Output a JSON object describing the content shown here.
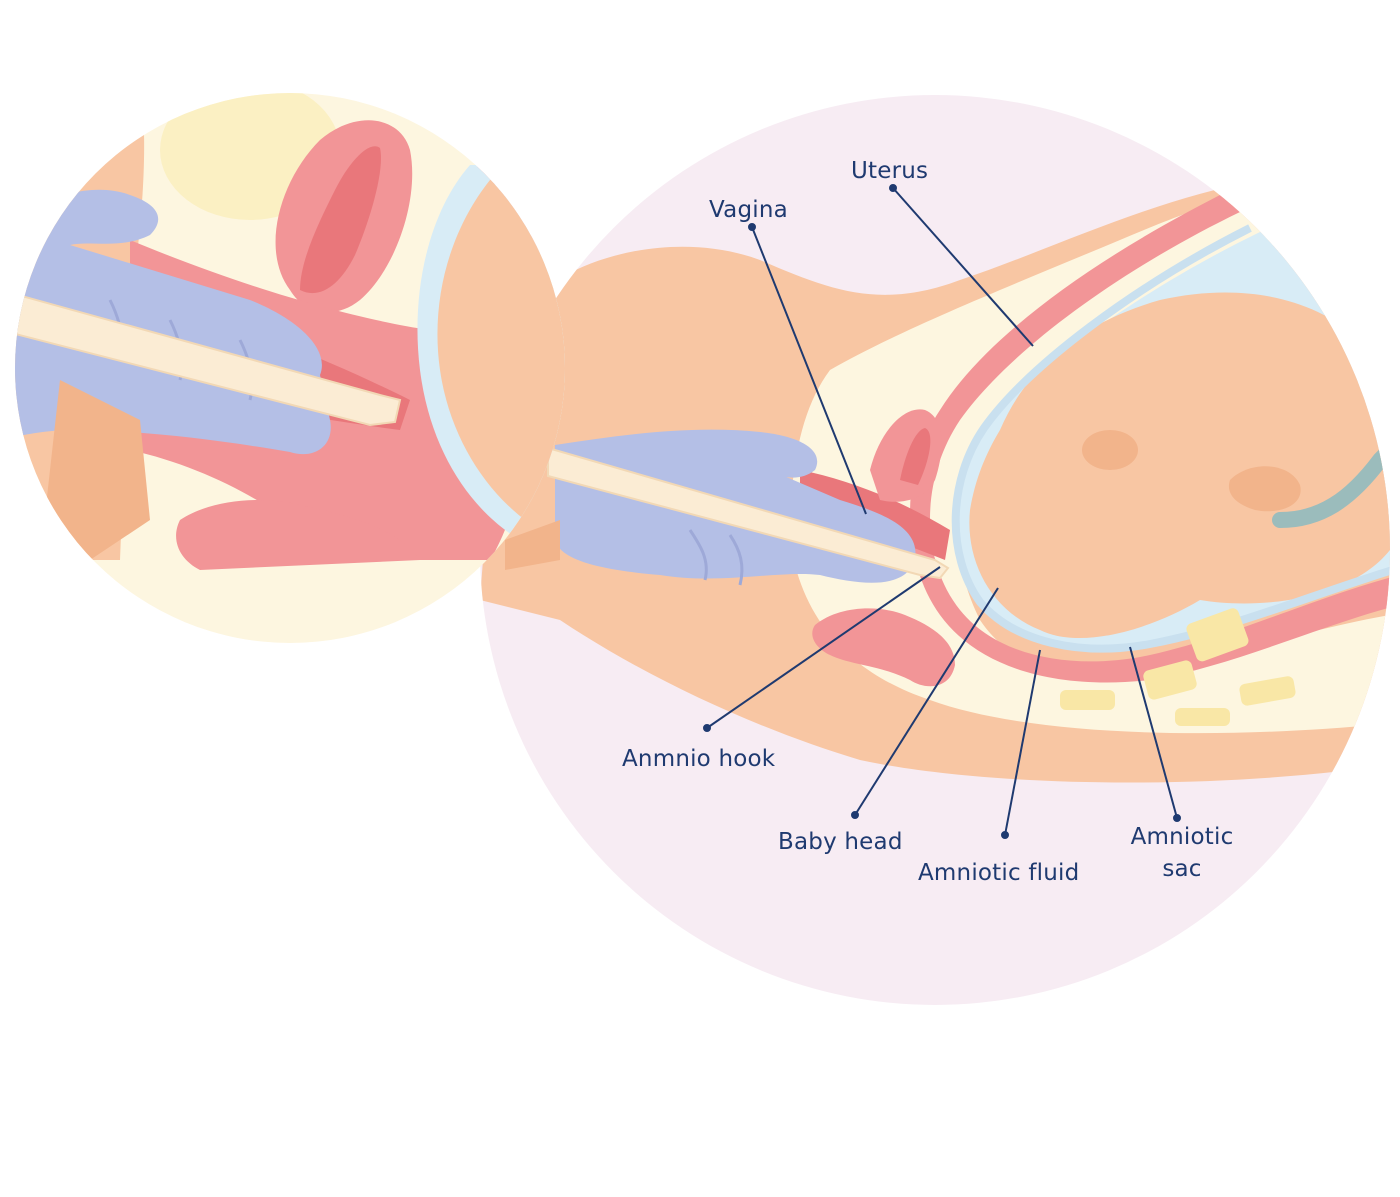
{
  "labels": {
    "uterus": "Uterus",
    "vagina": "Vagina",
    "amnio_hook": "Anmnio hook",
    "baby_head": "Baby head",
    "amniotic_fluid": "Amniotic fluid",
    "amniotic_sac_line1": "Amniotic",
    "amniotic_sac_line2": "sac"
  },
  "colors": {
    "label_text": "#1f3a70",
    "leader_line": "#1f3a70",
    "background_circle": "#f7ecf3",
    "skin": "#f8c6a3",
    "skin_dark": "#f2b48b",
    "tissue_pink": "#f29597",
    "tissue_red": "#e9777b",
    "fat_cream": "#fdf6e0",
    "fluid_blue": "#d8ecf6",
    "glove_purple": "#b4bfe6",
    "hook_cream": "#fbecd4",
    "bone_yellow": "#f9e7a6",
    "cord_teal": "#9bbcbc"
  }
}
